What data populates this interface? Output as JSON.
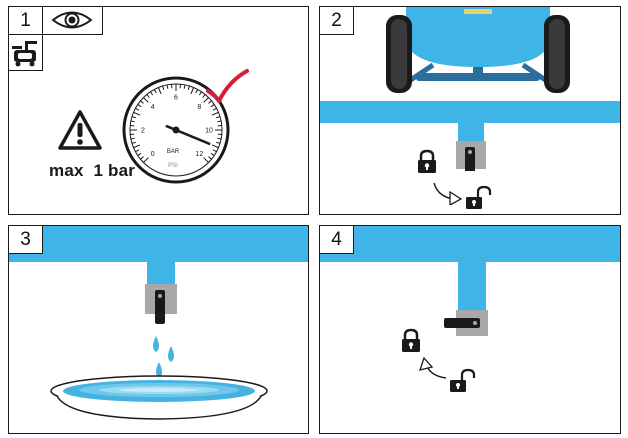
{
  "steps": [
    {
      "number": "1",
      "icons": [
        "eye-icon",
        "compressor-icon",
        "warning-icon",
        "pressure-gauge",
        "checkmark-icon"
      ],
      "warning": "max  1 bar"
    },
    {
      "number": "2",
      "icons": [
        "compressor-tank",
        "drain-valve-closed",
        "lock-icon",
        "unlock-icon",
        "rotate-arrow-icon"
      ]
    },
    {
      "number": "3",
      "icons": [
        "drain-valve",
        "water-drop-icon",
        "drain-pan"
      ]
    },
    {
      "number": "4",
      "icons": [
        "drain-valve-open",
        "lock-icon",
        "unlock-icon",
        "rotate-arrow-icon"
      ]
    }
  ],
  "gauge": {
    "unit_label": "BAR",
    "secondary_unit": "PSI",
    "ticks": [
      "0",
      "2",
      "4",
      "6",
      "8",
      "10",
      "12"
    ],
    "needle_value": 11
  },
  "colors": {
    "tank_blue": "#3fb4e6",
    "water_blue": "#45b2e0",
    "check_red": "#d0203a",
    "valve_grey": "#a8a8a8",
    "ink": "#1a1a1a"
  }
}
